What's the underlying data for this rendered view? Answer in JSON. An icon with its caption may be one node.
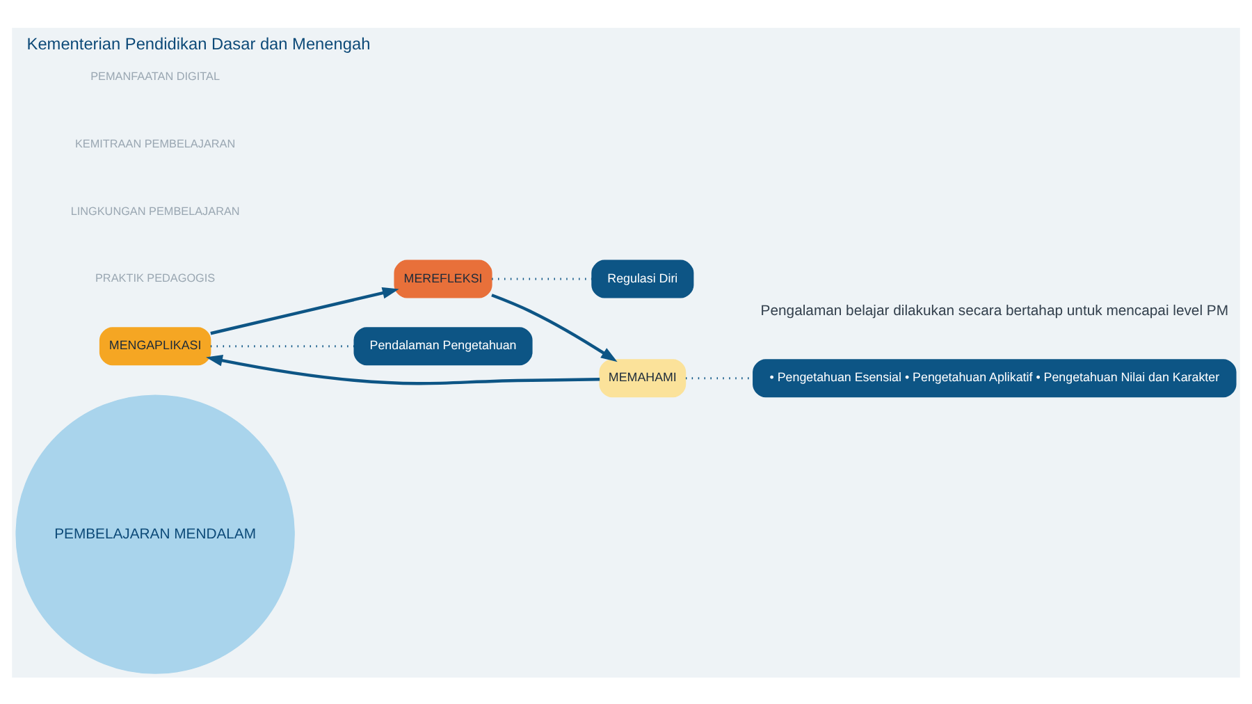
{
  "diagram": {
    "title": "Kementerian Pendidikan Dasar dan Menengah",
    "nodes": [
      {
        "text": [
          "PEMBELAJARAN MENDALAM"
        ]
      },
      {
        "text": [
          "MENGAPLIKASI"
        ]
      },
      {
        "text": [
          "MEREFLEKSI"
        ]
      },
      {
        "text": [
          "MEMAHAMI"
        ]
      },
      {
        "text": [
          "• Pengetahuan Esensial • Pengetahuan Aplikatif • Pengetahuan Nilai dan Karakter"
        ]
      },
      {
        "text": [
          "Pendalaman Pengetahuan"
        ]
      },
      {
        "text": [
          "Regulasi Diri"
        ]
      }
    ],
    "edges": [
      {
        "from": 3,
        "to": 1,
        "arrow": "to"
      },
      {
        "from": 1,
        "to": 2,
        "arrow": "to"
      },
      {
        "from": 2,
        "to": 3,
        "arrow": "to"
      },
      {
        "from": 3,
        "to": 4,
        "arrow": "none",
        "style": "dashed"
      },
      {
        "from": 1,
        "to": 5,
        "arrow": "none",
        "style": "dashed"
      },
      {
        "from": 2,
        "to": 6,
        "arrow": "none",
        "style": "dashed"
      }
    ],
    "labels": [
      "PRAKTIK PEDAGOGIS",
      "LINGKUNGAN PEMBELAJARAN",
      "KEMITRAAN PEMBELAJARAN",
      "PEMANFAATAN DIGITAL",
      "Pengalaman belajar dilakukan secara bertahap untuk mencapai level PM"
    ]
  }
}
